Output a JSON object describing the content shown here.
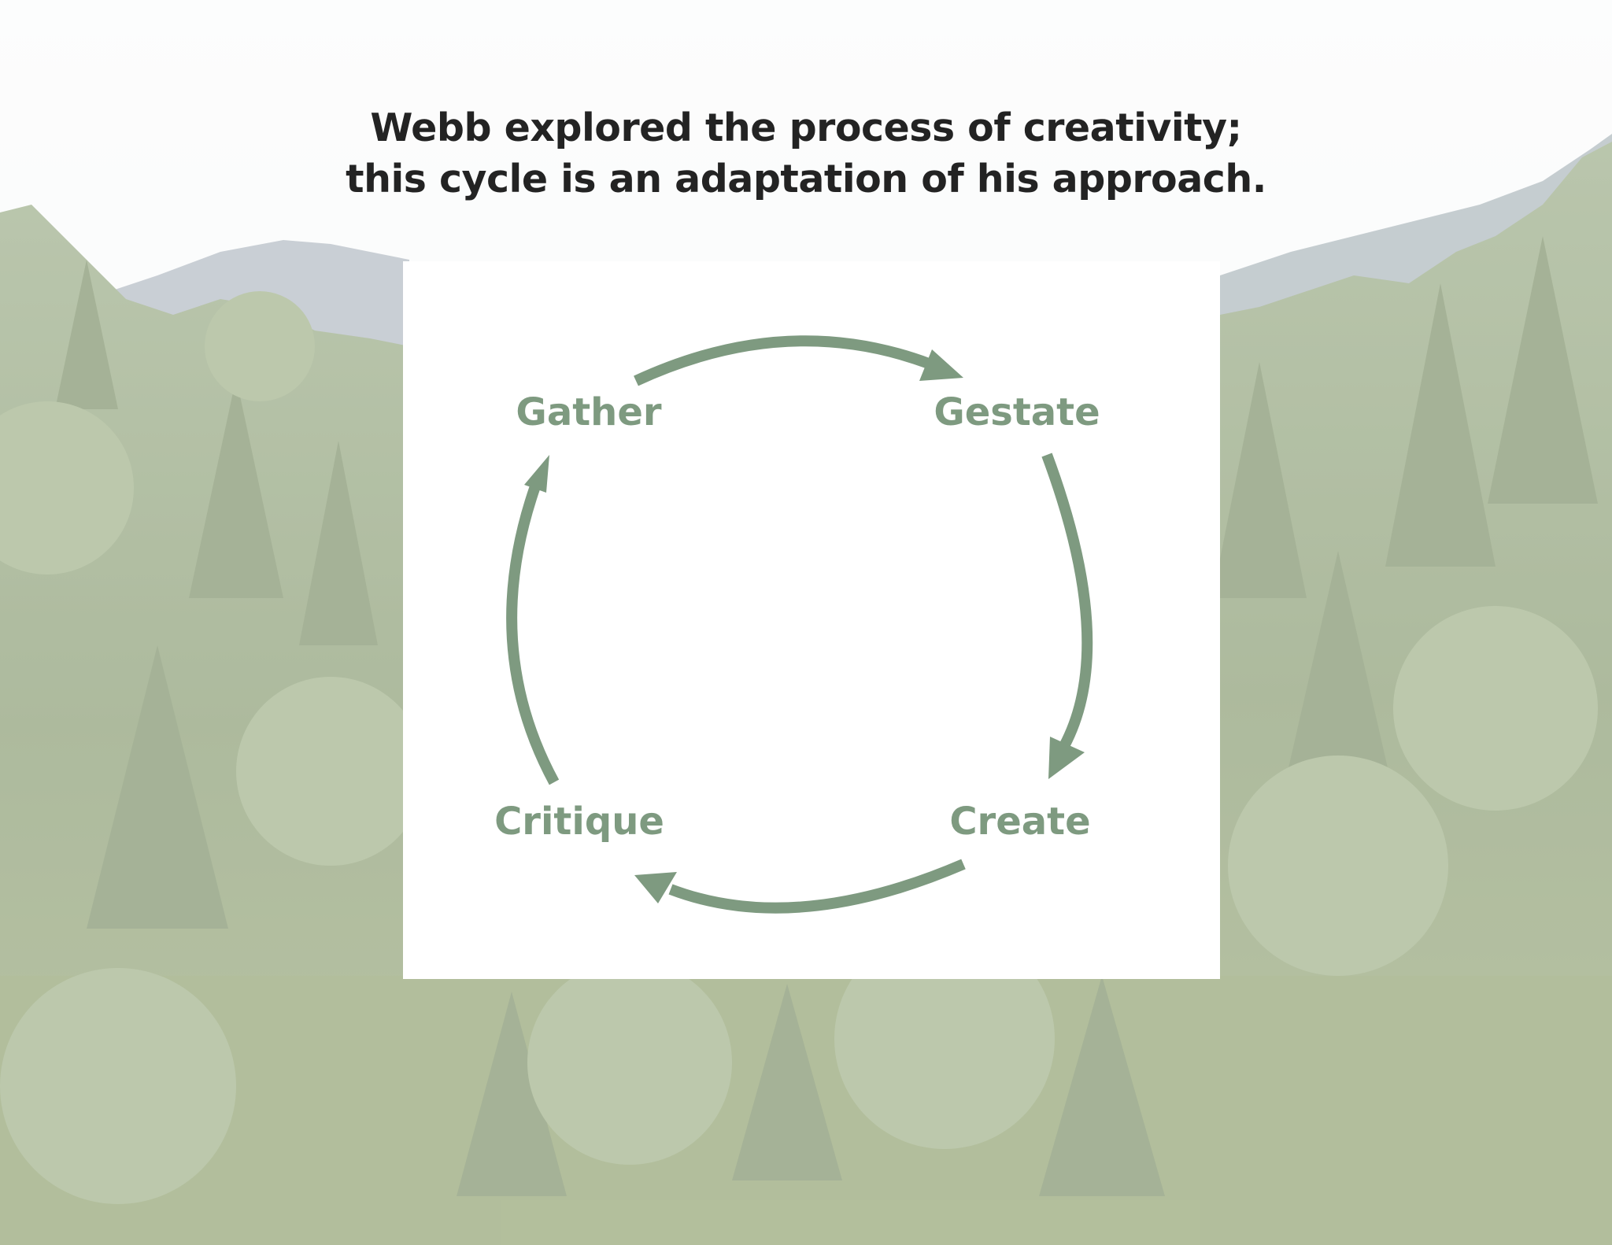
{
  "title": {
    "line1": "Webb explored the process of creativity;",
    "line2": "this cycle is an adaptation of his approach."
  },
  "cycle": {
    "stages": [
      "Gather",
      "Gestate",
      "Create",
      "Critique"
    ],
    "direction": "clockwise",
    "color": "#7e9a80"
  },
  "background": {
    "description_colors": {
      "sky": "#f4f7f8",
      "mountain": "#a8b3bc",
      "forest": "#7f9468"
    }
  }
}
